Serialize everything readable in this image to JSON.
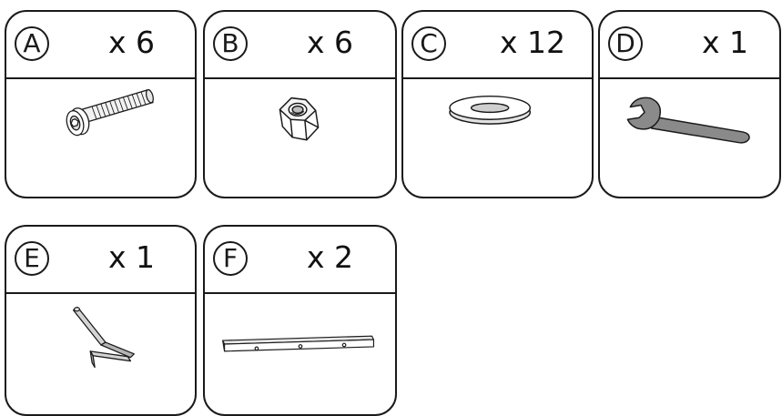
{
  "parts": [
    {
      "letter": "A",
      "quantity": "x 6",
      "item_icon": "bolt-icon"
    },
    {
      "letter": "B",
      "quantity": "x 6",
      "item_icon": "hex-nut-icon"
    },
    {
      "letter": "C",
      "quantity": "x 12",
      "item_icon": "washer-icon"
    },
    {
      "letter": "D",
      "quantity": "x 1",
      "item_icon": "wrench-icon"
    },
    {
      "letter": "E",
      "quantity": "x 1",
      "item_icon": "allen-key-icon"
    },
    {
      "letter": "F",
      "quantity": "x 2",
      "item_icon": "rail-bar-icon"
    }
  ],
  "colors": {
    "outline": "#1a1a1a",
    "metal_light": "#d4d4d4",
    "metal_dark": "#8a8a8a"
  }
}
